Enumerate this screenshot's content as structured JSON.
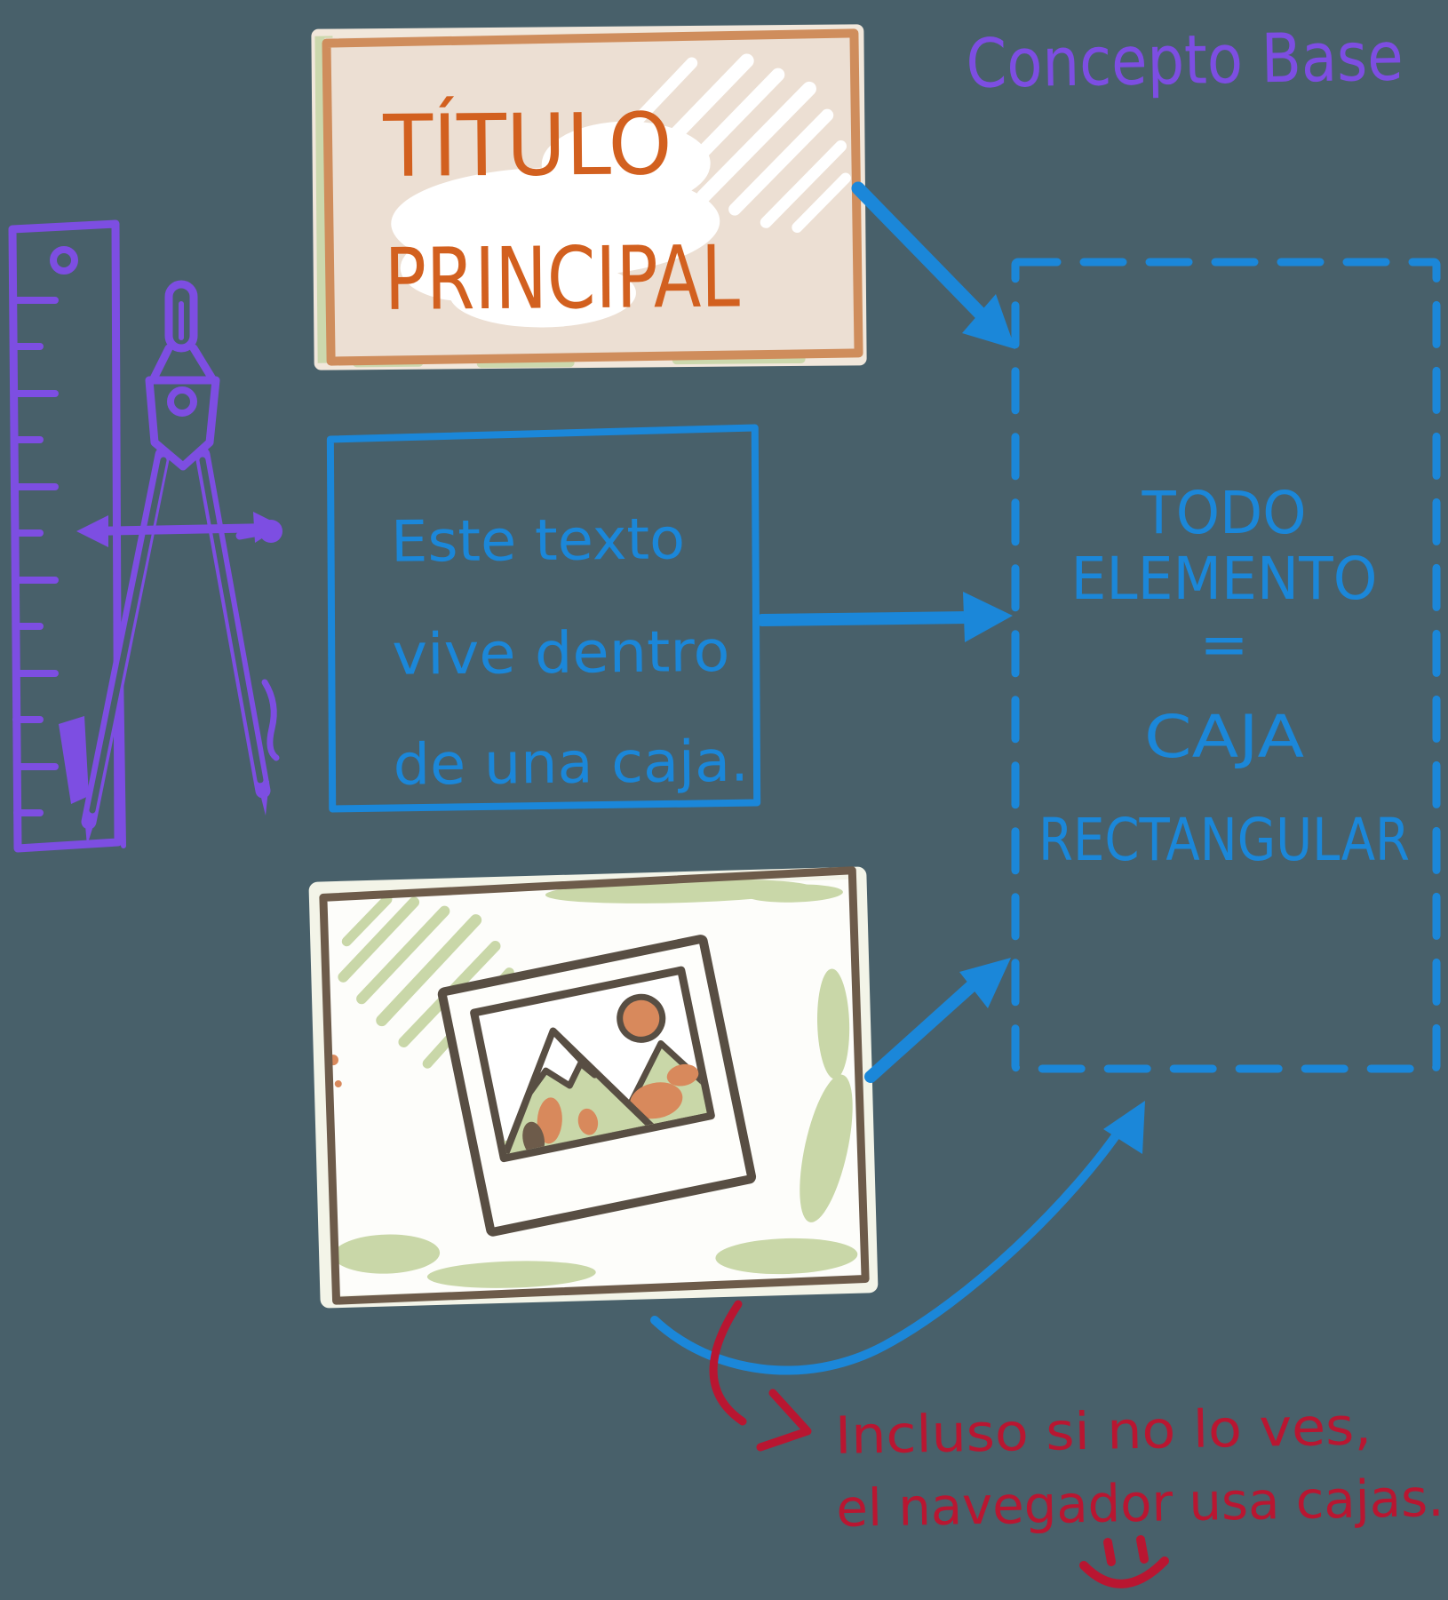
{
  "page": {
    "background": "#48606a"
  },
  "annotation_top": {
    "label": "Concepto Base",
    "color": "#7d4ee2"
  },
  "title_box": {
    "line1": "TÍTULO",
    "line2": "PRINCIPAL",
    "text_color": "#d2601f",
    "border_color": "#cf8d5c",
    "fill_color": "#ecdfd3"
  },
  "text_box": {
    "line1": "Este texto",
    "line2": "vive dentro",
    "line3": "de una caja.",
    "color": "#1b87d9"
  },
  "image_box": {
    "border_color": "#6d5b4a",
    "fill_color": "#fdfdfa"
  },
  "concept_box": {
    "line1": "TODO",
    "line2": "ELEMENTO",
    "line3": "=",
    "line4": "CAJA",
    "line5": "RECTANGULAR",
    "color": "#1b87d9"
  },
  "note": {
    "line1": "Incluso si no lo ves,",
    "line2": "el navegador usa cajas.",
    "color": "#b91631"
  },
  "tools": {
    "color": "#7d4ee2"
  }
}
